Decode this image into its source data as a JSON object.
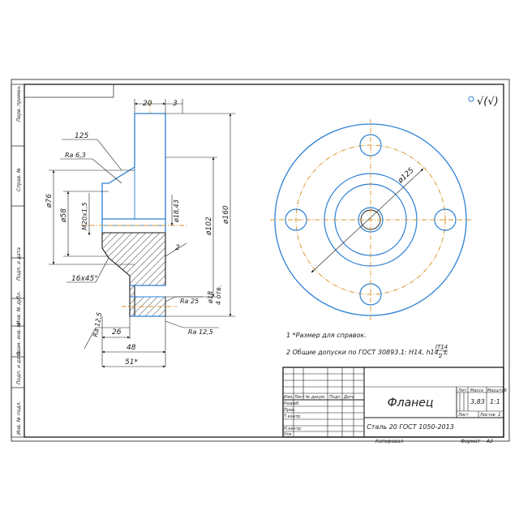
{
  "drawing": {
    "title": "Фланец",
    "material": "Сталь 20 ГОСТ 1050-2013",
    "roughness_symbol": "√(√)",
    "notes": [
      "1 *Размер для справок.",
      "2 Общие допуски по ГОСТ 30893.1: H14, h14, ±"
    ],
    "tolerance_fraction": {
      "numerator": "IT14",
      "denominator": "2"
    }
  },
  "dimensions": {
    "top_20": "20",
    "top_3": "3",
    "angle_125": "125",
    "ra_63": "Ra 6,3",
    "dia_76": "ø76",
    "dia_58": "ø58",
    "thread_m20": "M20x1,5",
    "dia_183": "ø18,43",
    "dia_102": "ø102",
    "dia_160": "ø160",
    "chamfer_16": "16x45°",
    "chamfer_2": "2",
    "ra_25": "Ra 25",
    "dia_18": "ø18",
    "holes_4": "4 отв.",
    "ra_125_left": "Ra 12,5",
    "ra_125_right": "Ra 12,5",
    "dim_26": "26",
    "dim_48": "48",
    "dim_51": "51*",
    "dia_125": "ø125"
  },
  "title_block": {
    "headers": [
      "Изм.",
      "Лист",
      "№ докум.",
      "Подп.",
      "Дата"
    ],
    "roles": [
      "Разраб.",
      "Пров.",
      "Т.контр.",
      "",
      "Н.контр.",
      "Утв."
    ],
    "col_lit": "Лит.",
    "col_mass": "Масса",
    "col_scale": "Масштаб",
    "mass_value": "3,83",
    "scale_value": "1:1",
    "sheet_label": "Лист",
    "sheets_label": "Листов",
    "sheets_value": "1",
    "copied": "Копировал",
    "format": "Формат",
    "format_value": "А3"
  },
  "side_stamps": [
    "Инв. № подл.",
    "Подп. и дата",
    "Взам. инв. №",
    "Инв. № дубл.",
    "Подп. и дата",
    "Справ. №",
    "Перв. примен."
  ],
  "colors": {
    "outline": "#1a1a1a",
    "visible_edges": "#2a7fd4",
    "center_lines": "#d9962e",
    "background": "#ffffff"
  }
}
